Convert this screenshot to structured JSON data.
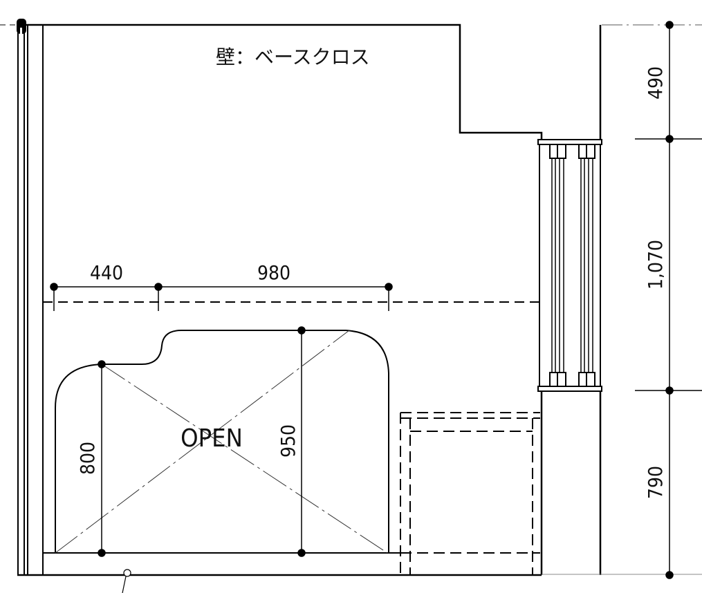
{
  "wall_label": "壁：ベースクロス",
  "sign_label": "OPEN",
  "dimensions": {
    "horizontal": [
      "440",
      "980"
    ],
    "sign_height_left": "800",
    "sign_height_right": "950",
    "vertical": [
      "490",
      "1,070",
      "790"
    ]
  }
}
